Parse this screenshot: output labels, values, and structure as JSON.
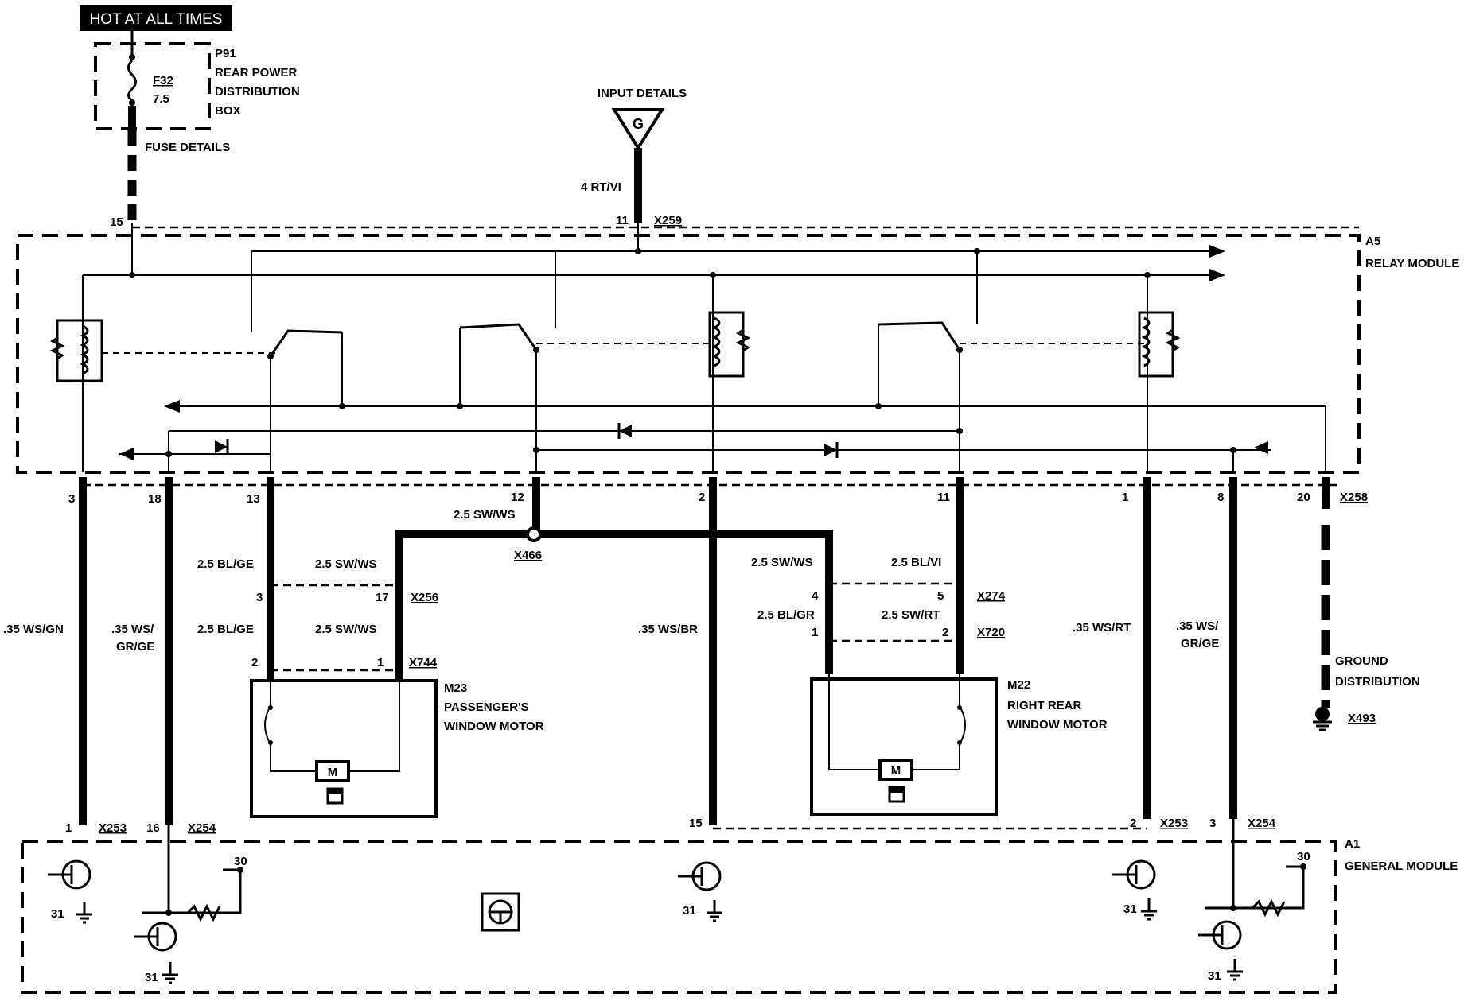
{
  "hot_at_all_times": "HOT AT ALL TIMES",
  "p91": {
    "id": "P91",
    "line1": "REAR POWER",
    "line2": "DISTRIBUTION",
    "line3": "BOX",
    "fuse_id": "F32",
    "fuse_rating": "7.5",
    "fuse_details": "FUSE DETAILS"
  },
  "input": {
    "title": "INPUT DETAILS",
    "letter": "G",
    "wire": "4 RT/VI",
    "pin": "11",
    "connector": "X259"
  },
  "a5": {
    "id": "A5",
    "name": "RELAY MODULE"
  },
  "a1": {
    "id": "A1",
    "name": "GENERAL MODULE"
  },
  "fuse_pin": "15",
  "x258": {
    "connector": "X258",
    "pins": [
      "3",
      "18",
      "13",
      "12",
      "2",
      "11",
      "1",
      "8",
      "20"
    ]
  },
  "wires": {
    "p3": ".35 WS/GN",
    "p18_a": ".35 WS/",
    "p18_b": "GR/GE",
    "p13_upper": "2.5 BL/GE",
    "p13_lower": "2.5 BL/GE",
    "p12": "2.5 SW/WS",
    "left_branch_upper": "2.5 SW/WS",
    "left_branch_lower": "2.5 SW/WS",
    "p2": ".35 WS/BR",
    "right_branch": "2.5 SW/WS",
    "p11": "2.5 BL/VI",
    "m22_bl_gr": "2.5 BL/GR",
    "m22_sw_rt": "2.5 SW/RT",
    "p1": ".35 WS/RT",
    "p8_a": ".35 WS/",
    "p8_b": "GR/GE"
  },
  "splice": "X466",
  "x256": {
    "connector": "X256",
    "pin_left": "3",
    "pin_right": "17"
  },
  "x744": {
    "connector": "X744",
    "pin_left": "2",
    "pin_right": "1"
  },
  "x274": {
    "connector": "X274",
    "pin_left": "4",
    "pin_right": "5"
  },
  "x720": {
    "connector": "X720",
    "pin_left": "1",
    "pin_right": "2"
  },
  "m23": {
    "id": "M23",
    "line1": "PASSENGER'S",
    "line2": "WINDOW MOTOR",
    "motor": "M"
  },
  "m22": {
    "id": "M22",
    "line1": "RIGHT REAR",
    "line2": "WINDOW MOTOR",
    "motor": "M"
  },
  "ground_dist": {
    "line1": "GROUND",
    "line2": "DISTRIBUTION",
    "connector": "X493"
  },
  "bottom": {
    "x253_left_pin": "1",
    "x253_left": "X253",
    "x254_left_pin": "16",
    "x254_left": "X254",
    "p15": "15",
    "x253_right_pin": "2",
    "x253_right": "X253",
    "x254_right_pin": "3",
    "x254_right": "X254"
  },
  "terminals": {
    "t31": "31",
    "t30": "30"
  }
}
